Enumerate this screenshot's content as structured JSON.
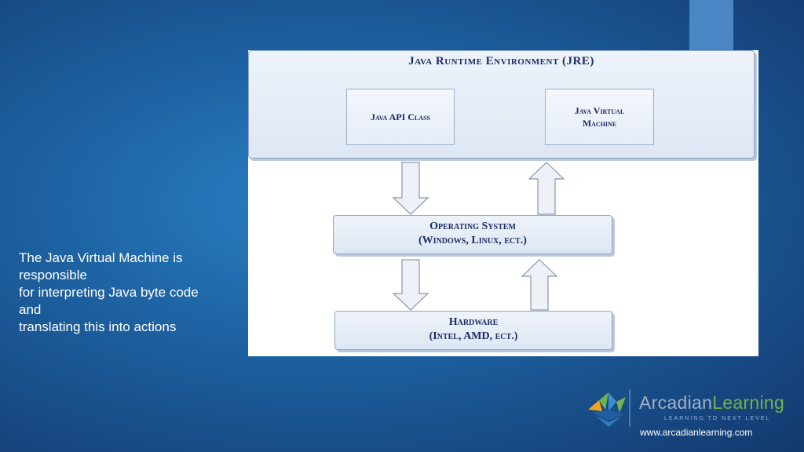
{
  "diagram": {
    "jre_title": "Java Runtime Environment (JRE)",
    "api_class": "Java API Class",
    "jvm_line1": "Java Virtual",
    "jvm_line2": "Machine",
    "os_line1": "Operating System",
    "os_line2": "(Windows, Linux, ect.)",
    "hw_line1": "Hardware",
    "hw_line2": "(Intel, AMD, ect.)"
  },
  "caption": {
    "line1": "The Java Virtual Machine is",
    "line2": "responsible",
    "line3": "for interpreting Java byte code",
    "line4": "and",
    "line5": "translating this into actions"
  },
  "branding": {
    "name_part1": "Arcadian",
    "name_part2": "Learning",
    "tagline": "LEARNING TO NEXT LEVEL",
    "url": "www.arcadianlearning.com"
  },
  "colors": {
    "background": "#1c5f9e",
    "accent_bar": "#4a86c5",
    "diagram_text": "#1d2a66",
    "brand_green": "#6fb54a"
  }
}
